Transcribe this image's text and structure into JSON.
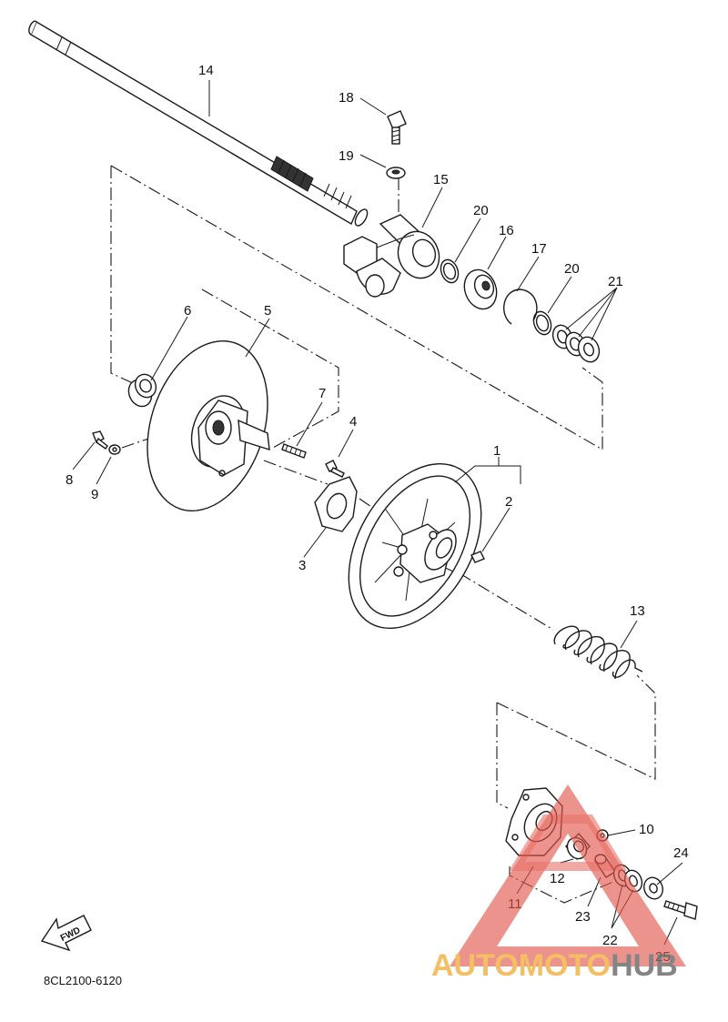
{
  "diagram": {
    "callouts": [
      "1",
      "2",
      "3",
      "4",
      "5",
      "6",
      "7",
      "8",
      "9",
      "10",
      "11",
      "12",
      "13",
      "14",
      "15",
      "16",
      "17",
      "18",
      "19",
      "20",
      "20",
      "21",
      "22",
      "23",
      "24",
      "25"
    ],
    "part_code": "8CL2100-6120",
    "fwd_label": "FWD"
  },
  "watermark": {
    "text_part1": "AUTOMOTO",
    "text_part2": "HUB",
    "color_orange": "#f3b44a",
    "color_red": "#e2574c",
    "color_gray": "#6f6f6f"
  }
}
